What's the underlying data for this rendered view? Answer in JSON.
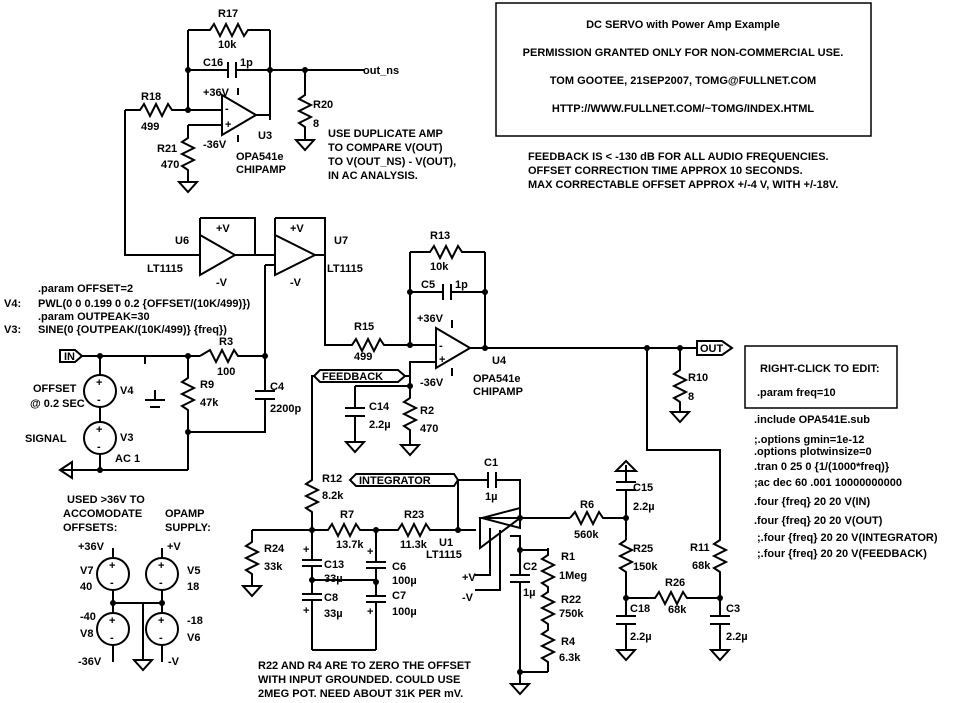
{
  "info_box": {
    "line1": "DC SERVO with Power Amp Example",
    "line2": "PERMISSION GRANTED ONLY FOR NON-COMMERCIAL USE.",
    "line3": "TOM GOOTEE, 21SEP2007, TOMG@FULLNET.COM",
    "line4": "HTTP://WWW.FULLNET.COM/~TOMG/INDEX.HTML"
  },
  "notes": {
    "feedback": [
      "FEEDBACK IS < -130 dB FOR ALL AUDIO FREQUENCIES.",
      "OFFSET CORRECTION TIME APPROX 10 SECONDS.",
      "MAX CORRECTABLE OFFSET APPROX +/-4 V, WITH +/-18V."
    ],
    "duplicate": [
      "USE DUPLICATE AMP",
      "TO COMPARE V(OUT)",
      "TO V(OUT_NS) - V(OUT),",
      "IN AC ANALYSIS."
    ],
    "zero": [
      "R22 AND R4 ARE TO ZERO THE OFFSET",
      "WITH INPUT GROUNDED.  COULD USE",
      "2MEG POT.  NEED ABOUT 31K PER mV."
    ],
    "used": [
      "USED >36V TO",
      "ACCOMODATE",
      "OFFSETS:"
    ],
    "opamp_supply": [
      "OPAMP",
      "SUPPLY:"
    ],
    "offset": [
      "OFFSET",
      "@ 0.2 SEC"
    ],
    "signal": "SIGNAL"
  },
  "params": {
    "offset": ".param OFFSET=2",
    "v4_label": "V4:",
    "v4": "PWL(0 0 0.199 0 0.2 {OFFSET/(10K/499)})",
    "outpeak": ".param OUTPEAK=30",
    "v3_label": "V3:",
    "v3": "SINE(0 {OUTPEAK/(10K/499)} {freq})"
  },
  "directives": {
    "title": "RIGHT-CLICK TO EDIT:",
    "freq": ".param freq=10",
    "lines": [
      ".include OPA541E.sub",
      ";.options gmin=1e-12",
      ".options plotwinsize=0",
      ".tran 0 25 0 {1/(1000*freq)}",
      ";ac dec 60 .001 10000000000",
      ".four {freq} 20 20 V(IN)",
      ".four {freq} 20 20 V(OUT)",
      ";.four {freq} 20 20 V(INTEGRATOR)",
      ";.four {freq} 20 20 V(FEEDBACK)"
    ]
  },
  "nets": {
    "in": "IN",
    "out": "OUT",
    "out_ns": "out_ns",
    "feedback": "FEEDBACK",
    "integrator": "INTEGRATOR"
  },
  "components": {
    "R17": {
      "ref": "R17",
      "val": "10k"
    },
    "C16": {
      "ref": "C16",
      "val": "1p"
    },
    "R18": {
      "ref": "R18",
      "val": "499"
    },
    "R20": {
      "ref": "R20",
      "val": "8"
    },
    "R21": {
      "ref": "R21",
      "val": "470"
    },
    "U3": {
      "ref": "U3",
      "val": "OPA541e",
      "val2": "CHIPAMP"
    },
    "U6": {
      "ref": "U6",
      "val": "LT1115"
    },
    "U7": {
      "ref": "U7",
      "val": "LT1115"
    },
    "R13": {
      "ref": "R13",
      "val": "10k"
    },
    "C5": {
      "ref": "C5",
      "val": "1p"
    },
    "R15": {
      "ref": "R15",
      "val": "499"
    },
    "U4": {
      "ref": "U4",
      "val": "OPA541e",
      "val2": "CHIPAMP"
    },
    "R10": {
      "ref": "R10",
      "val": "8"
    },
    "R3": {
      "ref": "R3",
      "val": "100"
    },
    "R9": {
      "ref": "R9",
      "val": "47k"
    },
    "C4": {
      "ref": "C4",
      "val": "2200p"
    },
    "V4": {
      "ref": "V4"
    },
    "V3": {
      "ref": "V3",
      "val": "AC 1"
    },
    "C14": {
      "ref": "C14",
      "val": "2.2µ"
    },
    "R2": {
      "ref": "R2",
      "val": "470"
    },
    "R12": {
      "ref": "R12",
      "val": "8.2k"
    },
    "C1": {
      "ref": "C1",
      "val": "1µ"
    },
    "R24": {
      "ref": "R24",
      "val": "33k"
    },
    "R7": {
      "ref": "R7",
      "val": "13.7k"
    },
    "R23": {
      "ref": "R23",
      "val": "11.3k"
    },
    "U1": {
      "ref": "U1",
      "val": "LT1115"
    },
    "R6": {
      "ref": "R6",
      "val": "560k"
    },
    "C15": {
      "ref": "C15",
      "val": "2.2µ"
    },
    "R25": {
      "ref": "R25",
      "val": "150k"
    },
    "R11": {
      "ref": "R11",
      "val": "68k"
    },
    "R26": {
      "ref": "R26",
      "val": "68k"
    },
    "C18": {
      "ref": "C18",
      "val": "2.2µ"
    },
    "C3": {
      "ref": "C3",
      "val": "2.2µ"
    },
    "C13": {
      "ref": "C13",
      "val": "33µ"
    },
    "C8": {
      "ref": "C8",
      "val": "33µ"
    },
    "C6": {
      "ref": "C6",
      "val": "100µ"
    },
    "C7": {
      "ref": "C7",
      "val": "100µ"
    },
    "C2": {
      "ref": "C2",
      "val": "1µ"
    },
    "R1": {
      "ref": "R1",
      "val": "1Meg"
    },
    "R22": {
      "ref": "R22",
      "val": "750k"
    },
    "R4": {
      "ref": "R4",
      "val": "6.3k"
    },
    "V7": {
      "ref": "V7",
      "val": "40"
    },
    "V8": {
      "ref": "V8",
      "val": "-40"
    },
    "V5": {
      "ref": "V5",
      "val": "18"
    },
    "V6": {
      "ref": "V6",
      "val": "-18"
    }
  },
  "rails": {
    "p36": "+36V",
    "m36": "-36V",
    "pv": "+V",
    "mv": "-V",
    "vplus": "+V",
    "vminus": "-V",
    "plus": "+",
    "minus": "-"
  }
}
